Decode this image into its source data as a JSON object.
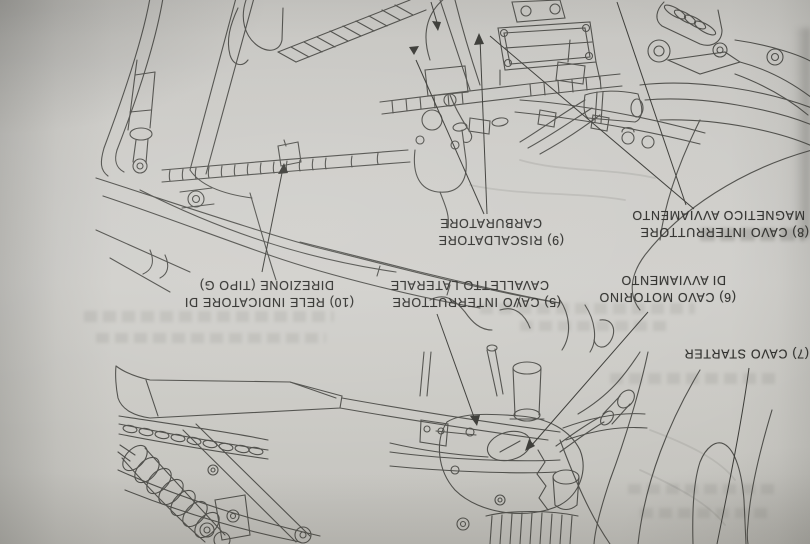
{
  "page": {
    "labels": {
      "l9": {
        "line1": "(9) RISCALDATORE",
        "line2": "CARBURATORE"
      },
      "l8": {
        "line1": "(8) CAVO INTERRUTTORE",
        "line2": "MAGNETICO AVVIAMENTO"
      },
      "l10": {
        "line1": "(10) RELE INDICATORE DI",
        "line2": "DIREZIONE (TIPO G)"
      },
      "l5": {
        "line1": "(5) CAVO INTERRUTTORE",
        "line2": "CAVALLETTO LATERALE"
      },
      "l6": {
        "line1": "(6) CAVO MOTORINO",
        "line2": "DI AVVIAMENTO"
      },
      "l7": {
        "line1": "(7) CAVO STARTER"
      }
    },
    "colors": {
      "paper": "#c9c8c3",
      "ink": "#3c3c38",
      "label_text": "#2e2e2b"
    }
  }
}
